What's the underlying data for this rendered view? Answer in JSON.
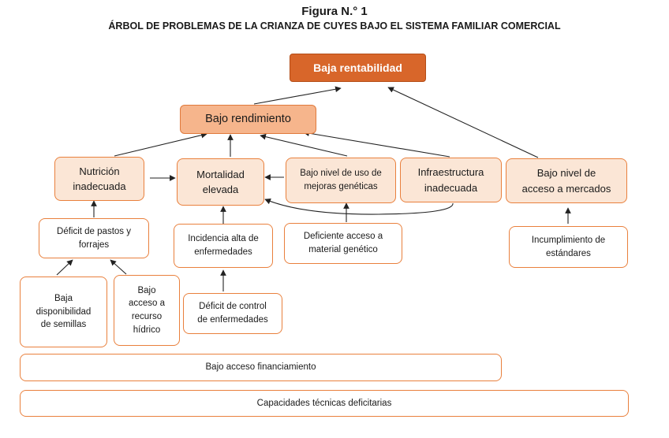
{
  "figure": {
    "label": "Figura N.° 1",
    "title": "ÁRBOL DE PROBLEMAS DE LA CRIANZA DE CUYES BAJO EL SISTEMA FAMILIAR COMERCIAL"
  },
  "nodes": {
    "baja_rentabilidad": "Baja rentabilidad",
    "bajo_rendimiento": "Bajo rendimiento",
    "nutricion_inadecuada": "Nutrición\ninadecuada",
    "mortalidad_elevada": "Mortalidad\nelevada",
    "bajo_nivel_mejoras": "Bajo nivel de uso de\nmejoras genéticas",
    "infraestructura_inadecuada": "Infraestructura\ninadecuada",
    "bajo_acceso_mercados": "Bajo nivel de\nacceso a mercados",
    "deficit_pastos": "Déficit de pastos y\nforrajes",
    "incidencia_enfermedades": "Incidencia alta de\nenfermedades",
    "deficiente_material": "Deficiente acceso a\nmaterial genético",
    "incumplimiento_estandares": "Incumplimiento de\nestándares",
    "baja_semillas": "Baja\ndisponibilidad\nde semillas",
    "bajo_recurso_hidrico": "Bajo\nacceso a\nrecurso\nhídrico",
    "deficit_control": "Déficit de control\nde enfermedades",
    "bajo_financiamiento": "Bajo acceso financiamiento",
    "capacidades_tecnicas": "Capacidades técnicas deficitarias"
  },
  "colors": {
    "top_fill": "#d8662a",
    "mid_fill": "#f6b58c",
    "effect_fill": "#fbe6d6",
    "border": "#e9803d"
  }
}
